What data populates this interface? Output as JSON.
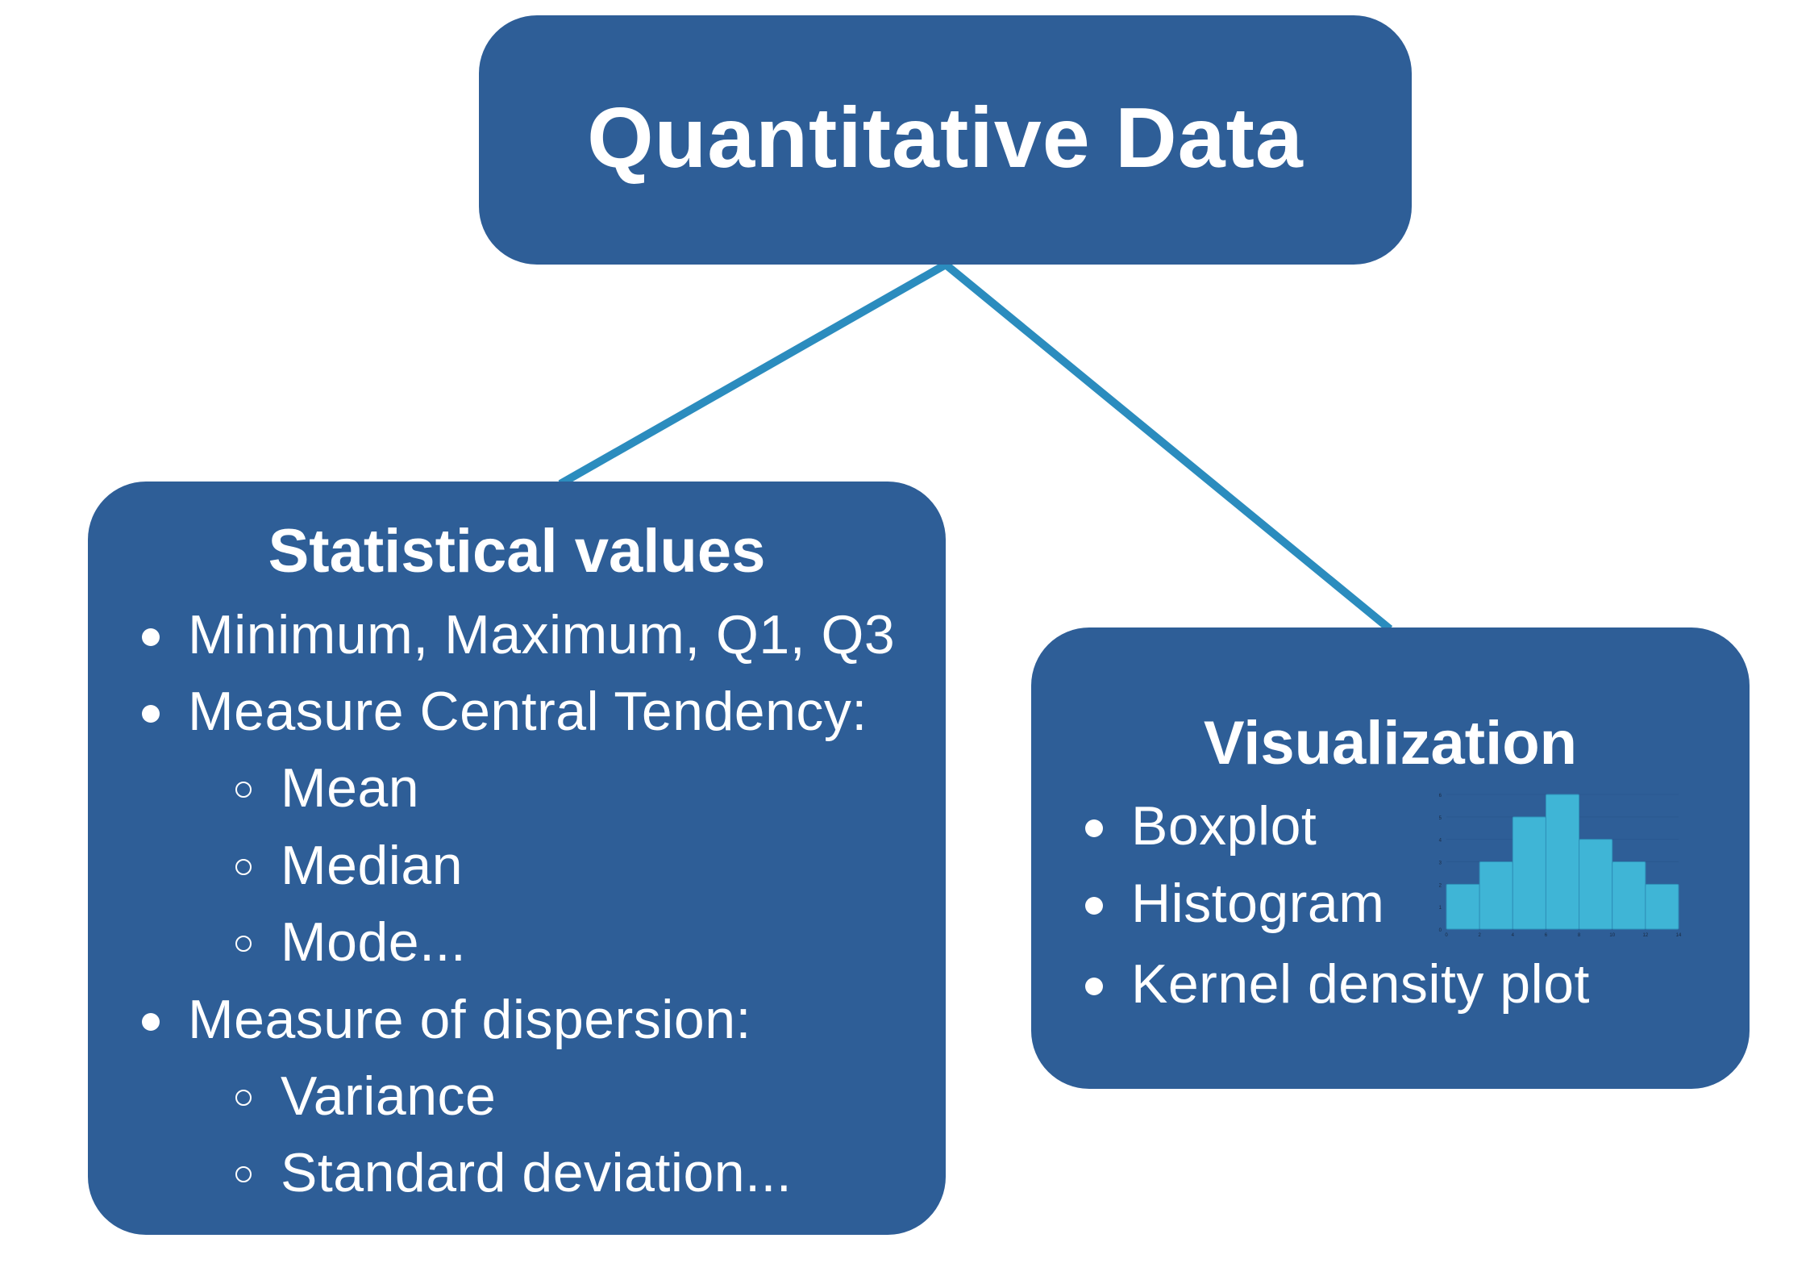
{
  "root": {
    "title": "Quantitative Data"
  },
  "statistical": {
    "heading": "Statistical values",
    "items": [
      {
        "label": "Minimum, Maximum, Q1, Q3",
        "level": 1
      },
      {
        "label": "Measure Central Tendency:",
        "level": 1
      },
      {
        "label": "Mean",
        "level": 2
      },
      {
        "label": "Median",
        "level": 2
      },
      {
        "label": "Mode...",
        "level": 2
      },
      {
        "label": "Measure of dispersion:",
        "level": 1
      },
      {
        "label": "Variance",
        "level": 2
      },
      {
        "label": "Standard deviation...",
        "level": 2
      }
    ]
  },
  "visualization": {
    "heading": "Visualization",
    "items": [
      {
        "label": "Boxplot"
      },
      {
        "label": "Histogram"
      },
      {
        "label": "Kernel density plot"
      }
    ]
  },
  "colors": {
    "box": "#2e5e97",
    "connector": "#2b8cbe",
    "bar": "#3fb5d6"
  },
  "chart_data": {
    "type": "bar",
    "title": "",
    "bin_edges": [
      0,
      2,
      4,
      6,
      8,
      10,
      12,
      14
    ],
    "values": [
      2,
      3,
      5,
      6,
      4,
      3,
      2
    ],
    "x_ticks": [
      "0",
      "2",
      "4",
      "6",
      "8",
      "10",
      "12",
      "14"
    ],
    "y_ticks": [
      "0",
      "1",
      "2",
      "3",
      "4",
      "5",
      "6"
    ],
    "xlim": [
      0,
      14
    ],
    "ylim": [
      0,
      6
    ],
    "grid": true
  }
}
